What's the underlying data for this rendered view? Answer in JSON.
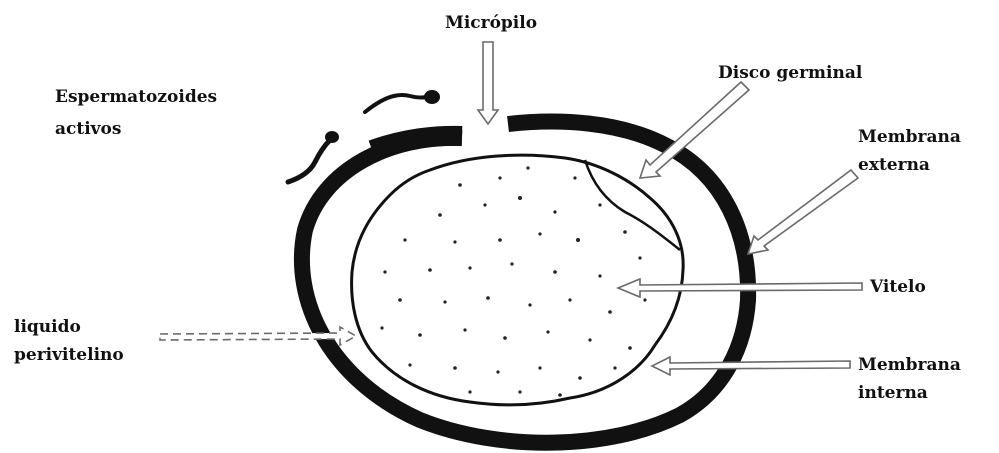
{
  "labels": {
    "micropilo": "Micrópilo",
    "espermatozoides_1": "Espermatozoides",
    "espermatozoides_2": "activos",
    "disco_germinal": "Disco germinal",
    "membrana_externa_1": "Membrana",
    "membrana_externa_2": "externa",
    "vitelo": "Vitelo",
    "liquido_1": "liquido",
    "liquido_2": "perivitelino",
    "membrana_interna_1": "Membrana",
    "membrana_interna_2": "interna"
  },
  "colors": {
    "ink": "#111111",
    "arrow_outline": "#6a6a6a",
    "background": "#ffffff"
  }
}
